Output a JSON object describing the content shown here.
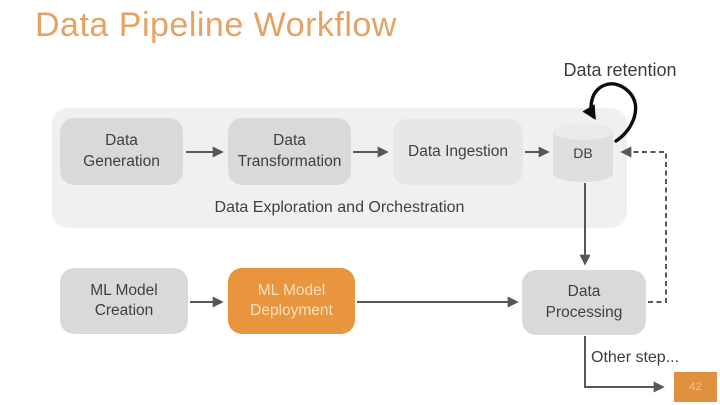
{
  "slide": {
    "title": "Data Pipeline Workflow",
    "page_number": "42"
  },
  "labels": {
    "data_retention": "Data retention",
    "other_step": "Other step..."
  },
  "diagram": {
    "band_label": "Data Exploration and Orchestration",
    "nodes": [
      {
        "id": "data-generation",
        "label": "Data Generation"
      },
      {
        "id": "data-transformation",
        "label": "Data Transformation"
      },
      {
        "id": "data-ingestion",
        "label": "Data Ingestion"
      },
      {
        "id": "db",
        "label": "DB"
      },
      {
        "id": "ml-model-creation",
        "label": "ML Model Creation"
      },
      {
        "id": "ml-model-deployment",
        "label": "ML Model Deployment"
      },
      {
        "id": "data-processing",
        "label": "Data Processing"
      }
    ],
    "connectors": [
      {
        "from": "data-generation",
        "to": "data-transformation",
        "style": "solid"
      },
      {
        "from": "data-transformation",
        "to": "data-ingestion",
        "style": "solid"
      },
      {
        "from": "data-ingestion",
        "to": "db",
        "style": "solid"
      },
      {
        "from": "db",
        "to": "data-processing",
        "style": "solid"
      },
      {
        "from": "ml-model-creation",
        "to": "ml-model-deployment",
        "style": "solid"
      },
      {
        "from": "ml-model-deployment",
        "to": "data-processing",
        "style": "solid"
      },
      {
        "from": "data-processing",
        "to": "db",
        "style": "dashed"
      },
      {
        "from": "data-processing",
        "to": "other-step",
        "style": "solid"
      },
      {
        "from": "db",
        "to": "db",
        "style": "hand-drawn-loop",
        "annotation": "Data retention"
      }
    ],
    "colors": {
      "title_orange": "#E4A264",
      "accent_orange": "#E8953D",
      "page_number_orange": "#E09140",
      "band_gray": "#F0F0F0",
      "box_gray": "#D9D9D9",
      "ingestion_gray": "#E6E6E6",
      "db_gray": "#DEDEDE",
      "arrow_gray": "#575757",
      "loop_black": "#0c0c0c",
      "text_dark": "#3f3f3f"
    }
  }
}
